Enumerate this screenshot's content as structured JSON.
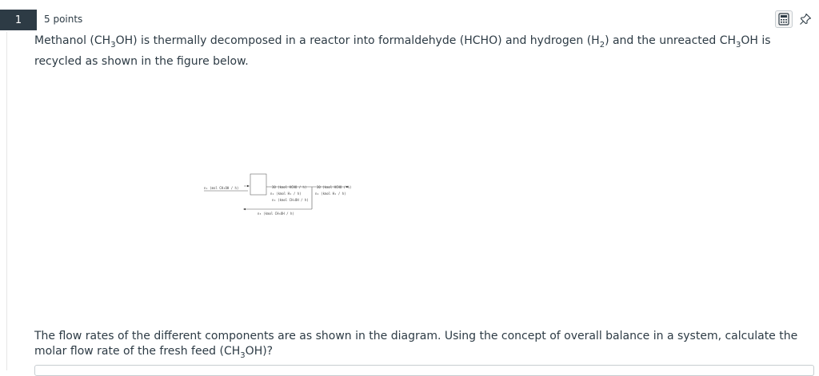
{
  "question": {
    "number": "1",
    "points": "5 points",
    "intro_a": "Methanol (CH",
    "intro_b": "OH) is thermally decomposed in a reactor into formaldehyde (HCHO) and hydrogen (H",
    "intro_c": ") and the unreacted CH",
    "intro_d": "OH is recycled as shown in the figure below.",
    "sub3": "3",
    "sub2": "2",
    "prompt_a": "The flow rates of the different components are as shown in the diagram. Using the concept of overall balance in a system, calculate the molar flow rate of the fresh feed (CH",
    "prompt_b": "OH)?"
  },
  "tools": {
    "calculator_icon": "calculator-icon",
    "pin_icon": "pin-icon"
  },
  "diagram": {
    "feed_label": "n₁ (mol CH₃OH / h)",
    "reactor_out_1": "30 (kmol HCHO / h)",
    "reactor_out_2": "n₂ (kmol H₂ / h)",
    "reactor_out_3": "n₃ (kmol CH₃OH / h)",
    "product_1": "30 (kmol HCHO / h)",
    "product_2": "n₄ (kmol H₂ / h)",
    "recycle_label": "n₅ (kmol CH₃OH / h)"
  },
  "colors": {
    "badge": "#2d3b45",
    "text": "#2d3b45",
    "border": "#c7cdd1"
  }
}
